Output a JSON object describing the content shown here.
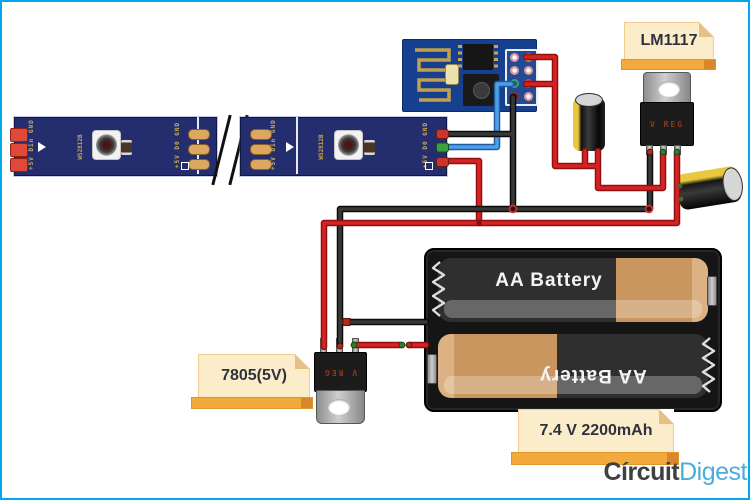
{
  "led_strip": {
    "chip": "WS2812B",
    "pins_input": "+5V Din GND",
    "pins_output": "+5V D0 GND"
  },
  "annotations": {
    "lm1117": "LM1117",
    "reg_7805": "7805(5V)",
    "battery": "7.4 V 2200mAh"
  },
  "components": {
    "lm1117_marking": "V REG",
    "v7805_marking": "V REG",
    "battery_top": "AA Battery",
    "battery_bottom": "AA Battery"
  },
  "logo": {
    "circuit": "Círcuit",
    "digest": "Digest"
  },
  "colors": {
    "frame_border": "#00a9ec",
    "strip_blue": "#242e6f",
    "esp_board_blue": "#16408f",
    "wire_red": "#d62222",
    "wire_black": "#383838",
    "wire_blue": "#4da0e8",
    "note_fill": "#fcedca",
    "note_bar": "#f4a93d",
    "pad_copper": "#dca75f",
    "battery_tan": "#c8965e",
    "logo_circuit": "#3f4040",
    "logo_digest": "#4cacdd"
  }
}
